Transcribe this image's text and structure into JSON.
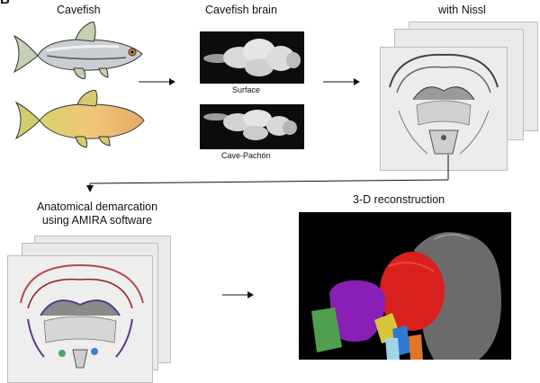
{
  "figure": {
    "panel_letter": "B"
  },
  "fish_section": {
    "title": "Cavefish",
    "fish_1_color": "#c9ced3",
    "fish_2_color": "#e9b56a",
    "fish_1_icon": "surface-fish-icon",
    "fish_2_icon": "cave-fish-icon"
  },
  "brain_section": {
    "title": "Cavefish brain",
    "top_caption": "Surface",
    "bottom_caption": "Cave-Pachón"
  },
  "nissl_section": {
    "title": "with Nissl"
  },
  "demarcation_section": {
    "title_line1": "Anatomical demarcation",
    "title_line2": "using AMIRA software"
  },
  "reconstruction_section": {
    "title": "3-D reconstruction",
    "colors": {
      "red": "#d8211e",
      "purple": "#8a1fb8",
      "green": "#4f9f4f",
      "yellow": "#d8c53a",
      "blue": "#2e7bd6",
      "orange": "#e0762a",
      "gray": "#8f8f8f"
    }
  }
}
